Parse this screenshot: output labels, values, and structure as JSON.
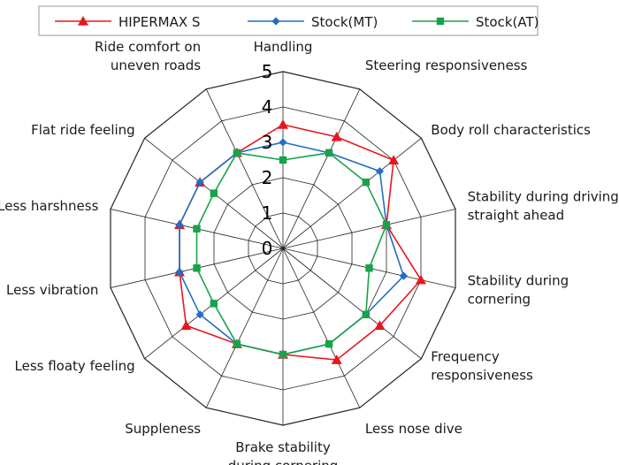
{
  "chart_data": {
    "type": "radar",
    "title": "",
    "categories": [
      [
        "Handling"
      ],
      [
        "Steering responsiveness"
      ],
      [
        "Body roll characteristics"
      ],
      [
        "Stability during driving",
        "straight ahead"
      ],
      [
        "Stability during",
        "cornering"
      ],
      [
        "Frequency",
        "responsiveness"
      ],
      [
        "Less nose dive"
      ],
      [
        "Brake stability",
        "during cornering"
      ],
      [
        "Suppleness"
      ],
      [
        "Less floaty feeling"
      ],
      [
        "Less vibration"
      ],
      [
        "Less harshness"
      ],
      [
        "Flat ride feeling"
      ],
      [
        "Ride comfort on",
        "uneven roads"
      ]
    ],
    "rlim": [
      0,
      5
    ],
    "ticks": [
      "0",
      "1",
      "2",
      "3",
      "4",
      "5"
    ],
    "grid": true,
    "legend_position": "top",
    "series": [
      {
        "name": "HIPERMAX S",
        "color": "#e8161d",
        "marker": "triangle",
        "values": [
          3.5,
          3.5,
          4.0,
          3.0,
          4.0,
          3.5,
          3.5,
          3.0,
          3.0,
          3.5,
          3.0,
          3.0,
          3.0,
          3.0
        ]
      },
      {
        "name": "Stock(MT)",
        "color": "#1f6fc5",
        "marker": "diamond",
        "values": [
          3.0,
          3.0,
          3.5,
          3.0,
          3.5,
          3.0,
          3.0,
          3.0,
          3.0,
          3.0,
          3.0,
          3.0,
          3.0,
          3.0
        ]
      },
      {
        "name": "Stock(AT)",
        "color": "#17a34a",
        "marker": "square",
        "values": [
          2.5,
          3.0,
          3.0,
          3.0,
          2.5,
          3.0,
          3.0,
          3.0,
          3.0,
          2.5,
          2.5,
          2.5,
          2.5,
          3.0
        ]
      }
    ]
  }
}
